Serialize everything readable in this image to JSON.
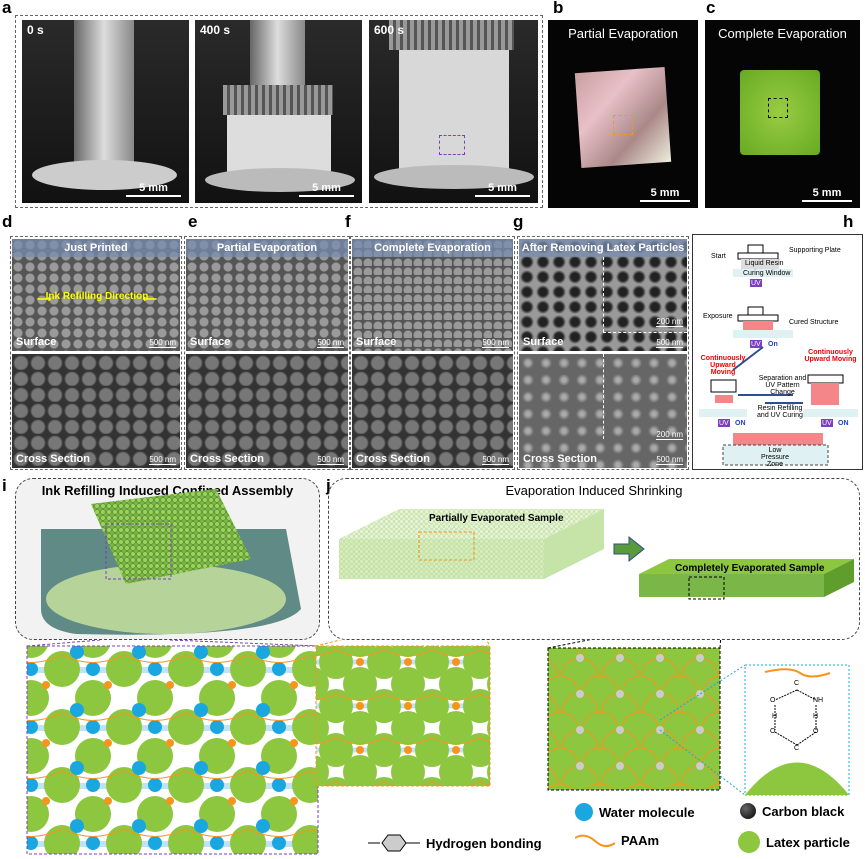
{
  "panel_labels": [
    "a",
    "b",
    "c",
    "d",
    "e",
    "f",
    "g",
    "h",
    "i",
    "j"
  ],
  "a": {
    "photos": [
      {
        "time": "0 s",
        "scale": "5 mm"
      },
      {
        "time": "400 s",
        "scale": "5 mm"
      },
      {
        "time": "600 s",
        "scale": "5 mm"
      }
    ]
  },
  "b": {
    "title": "Partial Evaporation",
    "scale": "5 mm"
  },
  "c": {
    "title": "Complete Evaporation",
    "scale": "5 mm"
  },
  "sem": [
    {
      "title": "Just Printed",
      "surface": "Surface",
      "cross": "Cross Section",
      "scale": "500 nm",
      "annotation": "Ink Refilling Direction"
    },
    {
      "title": "Partial Evaporation",
      "surface": "Surface",
      "cross": "Cross Section",
      "scale": "500 nm"
    },
    {
      "title": "Complete Evaporation",
      "surface": "Surface",
      "cross": "Cross Section",
      "scale": "500 nm"
    },
    {
      "title": "After Removing Latex Particles",
      "surface": "Surface",
      "cross": "Cross Section",
      "scale": "500 nm",
      "inset_scale": "200 nm"
    }
  ],
  "h": {
    "start": "Start",
    "supporting_plate": "Supporting Plate",
    "liquid_resin": "Liquid Resin",
    "curing_window": "Curing Window",
    "uv": "UV",
    "exposure": "Exposure",
    "cured_structure": "Cured Structure",
    "on": "On",
    "on2": "ON",
    "moving": "Continuously Upward Moving",
    "separation": "Separation and UV Pattern Change",
    "refilling": "Resin Refilling and UV Curing",
    "low_pressure": "Low Pressure Zone"
  },
  "i": {
    "title": "Ink Refilling Induced Confined Assembly"
  },
  "j": {
    "title": "Evaporation Induced Shrinking",
    "partial": "Partially Evaporated Sample",
    "complete": "Completely Evaporated Sample"
  },
  "molecule": {
    "atoms": [
      "C",
      "NH",
      "O",
      "H",
      "H",
      "O",
      "C",
      "O"
    ]
  },
  "legend": {
    "water": "Water molecule",
    "carbon": "Carbon black",
    "hbond": "Hydrogen bonding",
    "paam": "PAAm",
    "latex": "Latex particle"
  },
  "colors": {
    "latex": "#8dc63f",
    "water": "#1aa7e0",
    "paam": "#f7941d",
    "uv": "#7b3fc0",
    "resin": "#f4868a"
  }
}
